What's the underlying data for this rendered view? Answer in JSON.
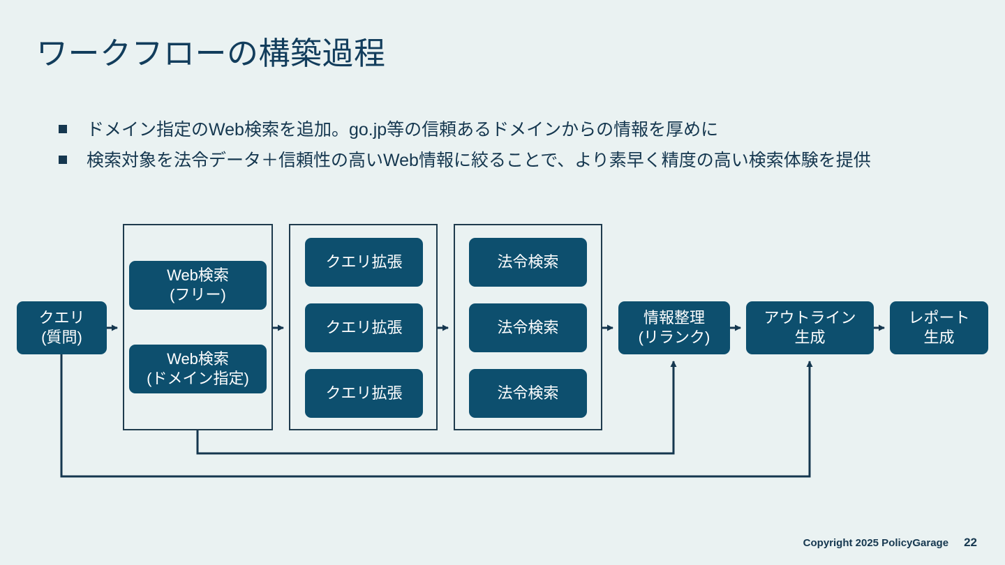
{
  "slide": {
    "title": "ワークフローの構築過程",
    "background_color": "#eaf2f2",
    "accent_color": "#0d4f6e",
    "text_color": "#15374f"
  },
  "bullets": [
    {
      "marker": "square-bullet",
      "text": "ドメイン指定のWeb検索を追加。go.jp等の信頼あるドメインからの情報を厚めに"
    },
    {
      "marker": "square-bullet",
      "text": "検索対象を法令データ＋信頼性の高いWeb情報に絞ることで、より素早く精度の高い検索体験を提供"
    }
  ],
  "diagram": {
    "nodes": {
      "query": {
        "line1": "クエリ",
        "line2": "(質問)"
      },
      "web_free": {
        "line1": "Web検索",
        "line2": "(フリー)"
      },
      "web_domain": {
        "line1": "Web検索",
        "line2": "(ドメイン指定)"
      },
      "query_expand_1": {
        "line1": "クエリ拡張",
        "line2": ""
      },
      "query_expand_2": {
        "line1": "クエリ拡張",
        "line2": ""
      },
      "query_expand_3": {
        "line1": "クエリ拡張",
        "line2": ""
      },
      "law_search_1": {
        "line1": "法令検索",
        "line2": ""
      },
      "law_search_2": {
        "line1": "法令検索",
        "line2": ""
      },
      "law_search_3": {
        "line1": "法令検索",
        "line2": ""
      },
      "rerank": {
        "line1": "情報整理",
        "line2": "(リランク)"
      },
      "outline": {
        "line1": "アウトライン",
        "line2": "生成"
      },
      "report": {
        "line1": "レポート",
        "line2": "生成"
      }
    },
    "groups": {
      "web_group": "",
      "expand_group": "",
      "law_group": ""
    }
  },
  "footer": {
    "copyright": "Copyright 2025 PolicyGarage",
    "page_number": "22"
  }
}
